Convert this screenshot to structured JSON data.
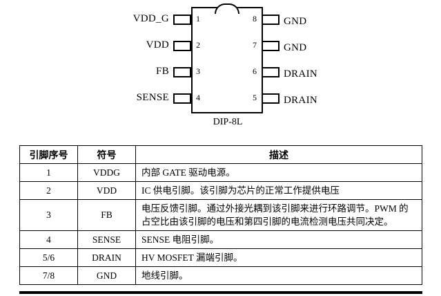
{
  "diagram": {
    "package_label": "DIP-8L",
    "left_pins": [
      {
        "number": "1",
        "label": "VDD_G"
      },
      {
        "number": "2",
        "label": "VDD"
      },
      {
        "number": "3",
        "label": "FB"
      },
      {
        "number": "4",
        "label": "SENSE"
      }
    ],
    "right_pins": [
      {
        "number": "8",
        "label": "GND"
      },
      {
        "number": "7",
        "label": "GND"
      },
      {
        "number": "6",
        "label": "DRAIN"
      },
      {
        "number": "5",
        "label": "DRAIN"
      }
    ]
  },
  "table": {
    "headers": [
      "引脚序号",
      "符号",
      "描述"
    ],
    "rows": [
      {
        "pin": "1",
        "symbol": "VDDG",
        "description": "内部 GATE 驱动电源。"
      },
      {
        "pin": "2",
        "symbol": "VDD",
        "description": "IC 供电引脚。该引脚为芯片的正常工作提供电压"
      },
      {
        "pin": "3",
        "symbol": "FB",
        "description": "电压反馈引脚。通过外接光耦到该引脚来进行环路调节。PWM 的占空比由该引脚的电压和第四引脚的电流检测电压共同决定。"
      },
      {
        "pin": "4",
        "symbol": "SENSE",
        "description": "SENSE 电阻引脚。"
      },
      {
        "pin": "5/6",
        "symbol": "DRAIN",
        "description": "HV MOSFET 漏端引脚。"
      },
      {
        "pin": "7/8",
        "symbol": "GND",
        "description": "地线引脚。"
      }
    ]
  }
}
